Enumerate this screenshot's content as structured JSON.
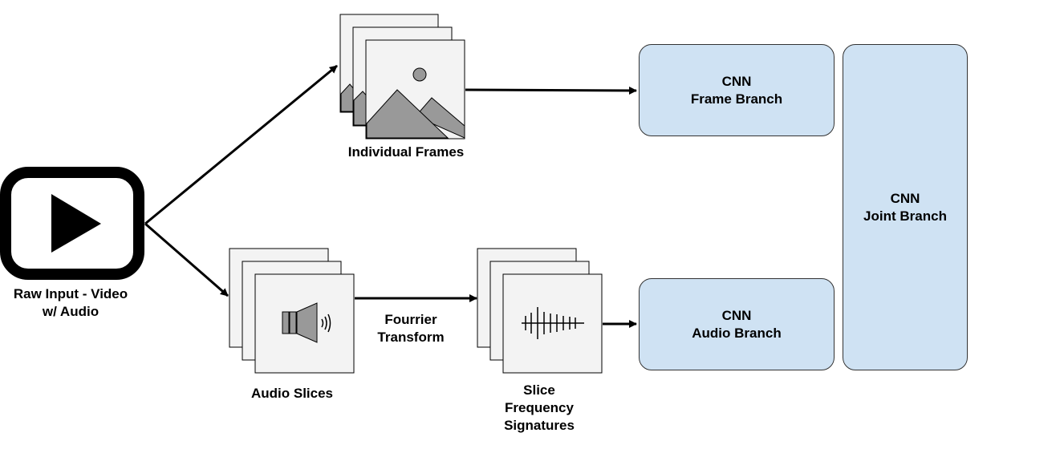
{
  "labels": {
    "raw_input": [
      "Raw Input - Video",
      "w/ Audio"
    ],
    "individual_frames": "Individual Frames",
    "audio_slices": "Audio Slices",
    "fourier": [
      "Fourrier",
      "Transform"
    ],
    "slice_freq": [
      "Slice",
      "Frequency",
      "Signatures"
    ]
  },
  "cnn": {
    "frame": [
      "CNN",
      "Frame Branch"
    ],
    "audio": [
      "CNN",
      "Audio Branch"
    ],
    "joint": [
      "CNN",
      "Joint Branch"
    ]
  },
  "colors": {
    "cnn_fill": "#cfe2f3",
    "card_fill": "#f3f3f3",
    "mountain": "#999999"
  }
}
